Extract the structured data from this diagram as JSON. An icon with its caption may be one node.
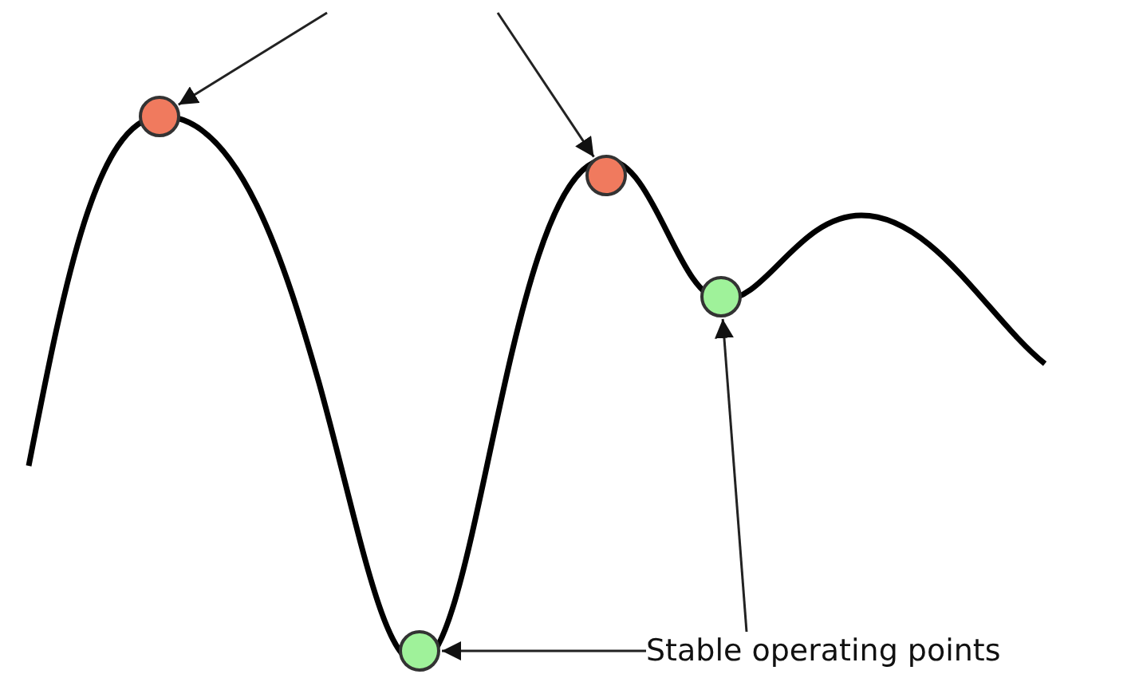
{
  "diagram": {
    "nodes": [
      {
        "text": [],
        "shape": "circle"
      },
      {
        "text": [],
        "shape": "circle"
      },
      {
        "text": [],
        "shape": "circle"
      },
      {
        "text": [
          "Stable operating points"
        ]
      },
      {
        "text": [],
        "shape": "circle"
      }
    ],
    "edges": [
      {
        "from": null,
        "to": 0,
        "arrow": "to"
      },
      {
        "from": null,
        "to": 1,
        "arrow": "to"
      },
      {
        "from": 3,
        "to": 2,
        "arrow": "to"
      },
      {
        "from": 3,
        "to": 4,
        "arrow": "to"
      }
    ]
  }
}
